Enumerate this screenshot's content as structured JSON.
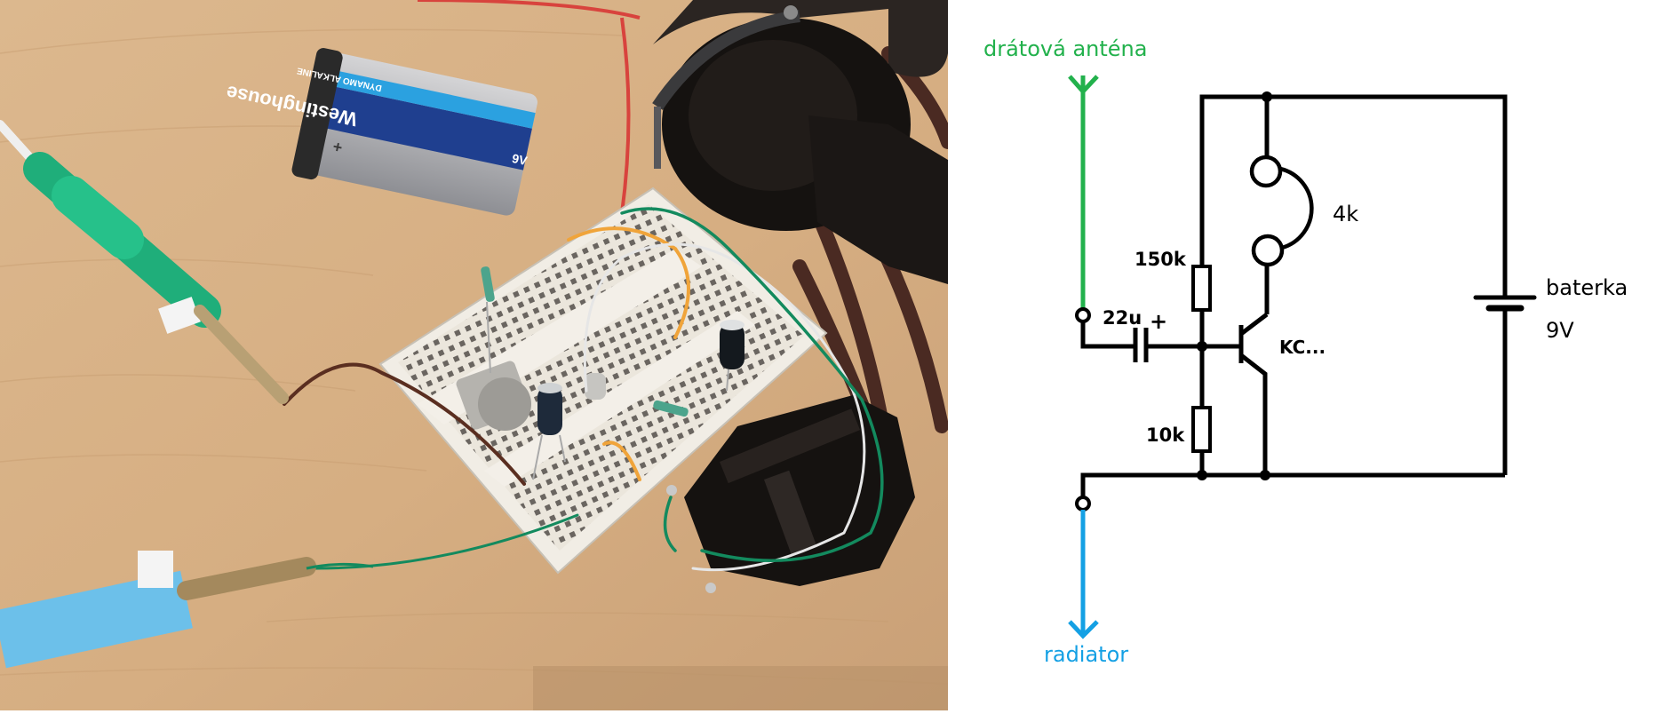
{
  "photo": {
    "description": "Breadboard crystal-less radio build on a wooden desk",
    "battery_brand": "Westinghouse",
    "battery_type": "DYNAMO ALKALINE",
    "battery_voltage": "9V",
    "battery_terminal_mark": "+",
    "colors": {
      "wood": "#d9b48a",
      "wood_dark": "#c49a6c",
      "breadboard": "#ece7de",
      "green_clip": "#1fae7a",
      "blue_clip": "#6cc0ea",
      "wire_green": "#138a5e",
      "wire_orange": "#f0a43a",
      "wire_brown": "#5a2e20",
      "headphone": "#1a1614"
    }
  },
  "schematic": {
    "antenna_label": "drátová anténa",
    "ground_label": "radiator",
    "capacitor_label": "22u",
    "capacitor_polarity": "+",
    "r1_label": "150k",
    "r2_label": "10k",
    "transistor_label": "KC...",
    "headphone_label": "4k",
    "battery_label": "baterka",
    "battery_voltage": "9V",
    "colors": {
      "antenna": "#22b14c",
      "ground": "#14a0e4",
      "wire": "#000000"
    }
  }
}
